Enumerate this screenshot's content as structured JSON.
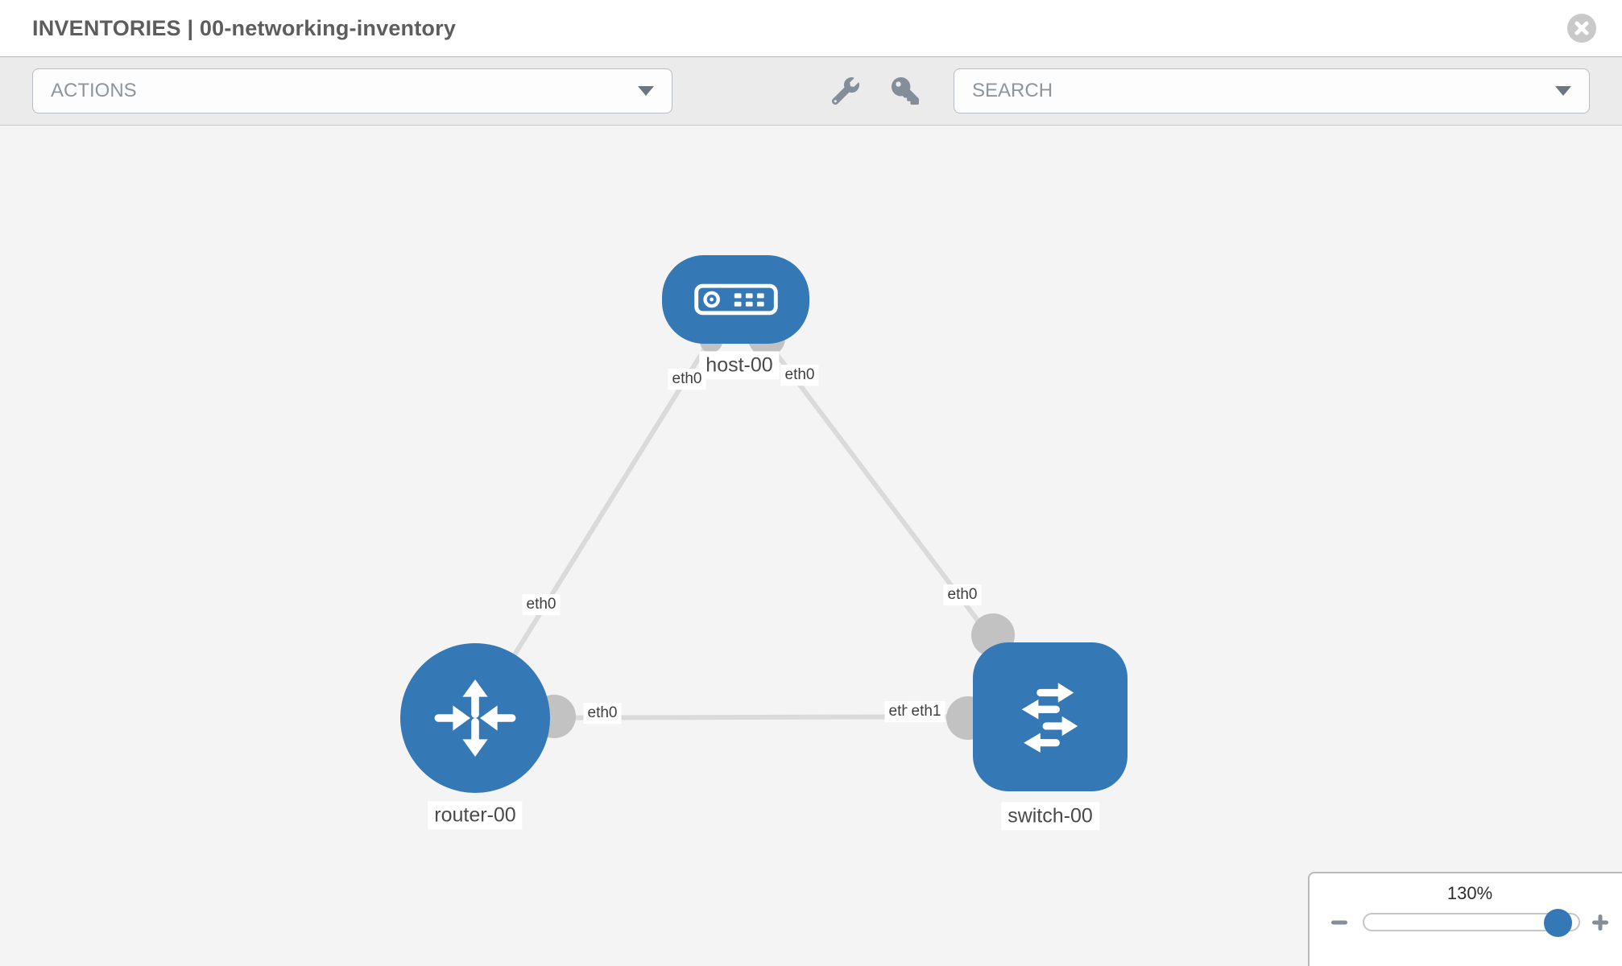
{
  "header": {
    "title": "INVENTORIES | 00-networking-inventory"
  },
  "toolbar": {
    "actions": {
      "label": "ACTIONS"
    },
    "search": {
      "placeholder": "SEARCH"
    },
    "icons": [
      "wrench-icon",
      "key-icon"
    ]
  },
  "canvas": {
    "nodes": {
      "host": {
        "label": "host-00",
        "type": "host"
      },
      "router": {
        "label": "router-00",
        "type": "router"
      },
      "switch": {
        "label": "switch-00",
        "type": "switch"
      }
    },
    "interfaces": {
      "host_left": "eth0",
      "host_right": "eth0",
      "router_uplink": "eth0",
      "switch_uplink": "eth0",
      "router_lan": "eth0",
      "switch_lan_under": "eth0",
      "switch_lan": "eth1"
    },
    "links": [
      {
        "from": "host-00",
        "to": "router-00"
      },
      {
        "from": "host-00",
        "to": "switch-00"
      },
      {
        "from": "router-00",
        "to": "switch-00"
      }
    ]
  },
  "zoom": {
    "level": "130%"
  },
  "colors": {
    "node_blue": "#3478b5",
    "link_gray": "#dadada",
    "dot_gray": "#c2c2c2",
    "toolbar_bg": "#ebebeb",
    "canvas_bg": "#f4f4f4",
    "icon_gray": "#848e98"
  }
}
